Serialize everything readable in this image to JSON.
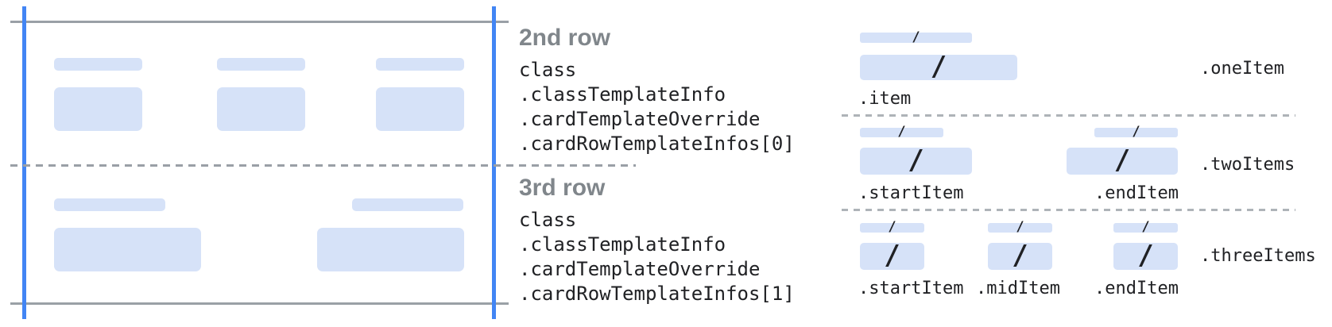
{
  "colors": {
    "accent_blue": "#4285f4",
    "placeholder_fill": "#d6e2f8",
    "line_gray": "#9aa0a6",
    "dash_light_gray": "#aeb3b8",
    "heading_gray": "#80868b",
    "text_dark": "#202124"
  },
  "glyphs": {
    "slash": "/"
  },
  "rows": [
    {
      "heading": "2nd row",
      "lines": [
        "class",
        ".classTemplateInfo",
        ".cardTemplateOverride",
        ".cardRowTemplateInfos[0]"
      ]
    },
    {
      "heading": "3rd row",
      "lines": [
        "class",
        ".classTemplateInfo",
        ".cardTemplateOverride",
        ".cardRowTemplateInfos[1]"
      ]
    }
  ],
  "item_layouts": [
    {
      "name": ".oneItem",
      "items": [
        ".item"
      ]
    },
    {
      "name": ".twoItems",
      "items": [
        ".startItem",
        ".endItem"
      ]
    },
    {
      "name": ".threeItems",
      "items": [
        ".startItem",
        ".midItem",
        ".endItem"
      ]
    }
  ]
}
